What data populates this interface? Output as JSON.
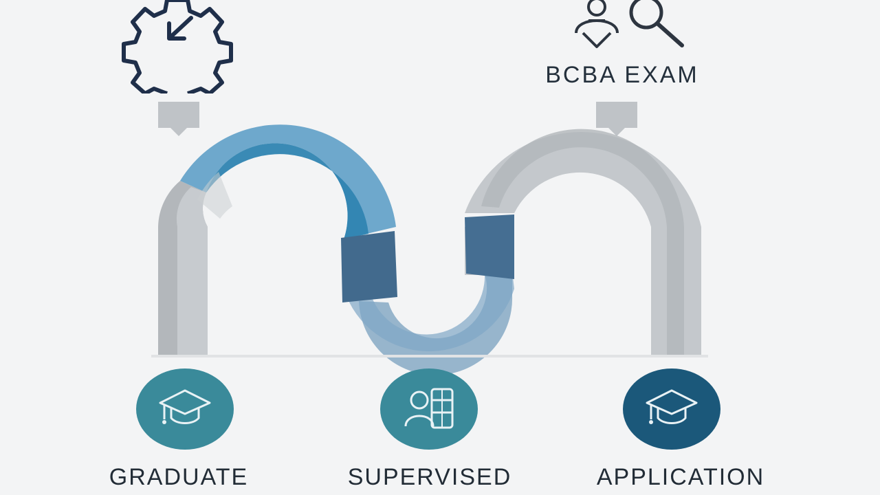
{
  "exam": {
    "title": "BCBA EXAM"
  },
  "steps": [
    {
      "label": "GRADUATE",
      "icon": "graduation-cap-icon",
      "color": "#3a8a9a"
    },
    {
      "label": "SUPERVISED",
      "icon": "people-icon",
      "color": "#3a8a9a"
    },
    {
      "label": "APPLICATION",
      "icon": "graduation-cap-icon",
      "color": "#1b587a"
    }
  ],
  "decorations": {
    "top_left_icon": "gear-arrow-icon",
    "top_right_icon": "person-search-icon"
  },
  "colors": {
    "background": "#f3f4f5",
    "pipe_gray": "#c3c7cb",
    "pipe_blue": "#5b9fc4",
    "pipe_blue_dark": "#2d80ad",
    "band_dark": "#42698c",
    "text": "#222c36"
  }
}
